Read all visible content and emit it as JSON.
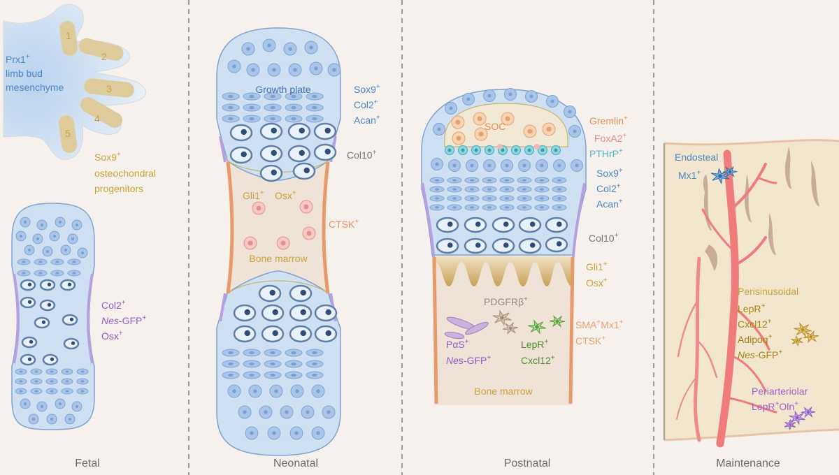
{
  "stages": [
    "Fetal",
    "Neonatal",
    "Postnatal",
    "Maintenance"
  ],
  "fetal": {
    "prx1": {
      "name": "Prx1",
      "sup": "+"
    },
    "limb_bud_line1": "limb bud",
    "limb_bud_line2": "mesenchyme",
    "digits": [
      "1",
      "2",
      "3",
      "4",
      "5"
    ],
    "sox9": {
      "name": "Sox9",
      "sup": "+"
    },
    "osteo_line1": "osteochondral",
    "osteo_line2": "progenitors",
    "col2": {
      "name": "Col2",
      "sup": "+"
    },
    "nes_italic": "Nes",
    "nes_rest": "-GFP",
    "nes_sup": "+",
    "osx": {
      "name": "Osx",
      "sup": "+"
    }
  },
  "neonatal": {
    "growth_plate": "Growth plate",
    "sox9": {
      "name": "Sox9",
      "sup": "+"
    },
    "col2": {
      "name": "Col2",
      "sup": "+"
    },
    "acan": {
      "name": "Acan",
      "sup": "+"
    },
    "col10": {
      "name": "Col10",
      "sup": "+"
    },
    "gli1": {
      "name": "Gli1",
      "sup": "+"
    },
    "osx": {
      "name": "Osx",
      "sup": "+"
    },
    "ctsk": {
      "name": "CTSK",
      "sup": "+"
    },
    "bone_marrow": "Bone marrow"
  },
  "postnatal": {
    "soc": "SOC",
    "gremlin": {
      "name": "Gremlin",
      "sup": "+"
    },
    "foxa2": {
      "name": "FoxA2",
      "sup": "+"
    },
    "pthrp": {
      "name": "PTHrP",
      "sup": "+"
    },
    "sox9": {
      "name": "Sox9",
      "sup": "+"
    },
    "col2": {
      "name": "Col2",
      "sup": "+"
    },
    "acan": {
      "name": "Acan",
      "sup": "+"
    },
    "col10": {
      "name": "Col10",
      "sup": "+"
    },
    "gli1": {
      "name": "Gli1",
      "sup": "+"
    },
    "osx": {
      "name": "Osx",
      "sup": "+"
    },
    "pdgfrb": {
      "name": "PDGFRβ",
      "sup": "+"
    },
    "pas": {
      "name": "PαS",
      "sup": "+"
    },
    "nes_italic": "Nes",
    "nes_rest": "-GFP",
    "nes_sup": "+",
    "lepr": {
      "name": "LepR",
      "sup": "+"
    },
    "cxcl12": {
      "name": "Cxcl12",
      "sup": "+"
    },
    "sma": {
      "name": "SMA",
      "sup": "+"
    },
    "mx1": {
      "name": "Mx1",
      "sup": "+"
    },
    "ctsk": {
      "name": "CTSK",
      "sup": "+"
    },
    "bone_marrow": "Bone marrow"
  },
  "maintenance": {
    "endosteal": "Endosteal",
    "mx1": {
      "name": "Mx1",
      "sup": "+"
    },
    "perisinusoidal": "Perisinusoidal",
    "lepr": {
      "name": "LepR",
      "sup": "+"
    },
    "cxcl12": {
      "name": "Cxcl12",
      "sup": "+"
    },
    "adipoq": {
      "name": "Adipoq",
      "sup": "+"
    },
    "nes_italic": "Nes",
    "nes_rest": "-GFP",
    "nes_sup": "+",
    "periarteriolar": "Periarteriolar",
    "lepr2": {
      "name": "LepR",
      "sup": "+"
    },
    "oln": {
      "name": "Oln",
      "sup": "+"
    }
  },
  "colors": {
    "blue_text": "#4a86c5",
    "gold_text": "#c9a33a",
    "purple_text": "#8e5bc2",
    "orange_text": "#e58e4e",
    "pink_text": "#e58f8f",
    "teal_text": "#4db5c2",
    "green_text": "#4e8c2e",
    "cartilage": "#cfe0f3",
    "marrow": "#efe2d6",
    "bone_edge": "#e89a6a",
    "vessel": "#ef7b7b"
  }
}
